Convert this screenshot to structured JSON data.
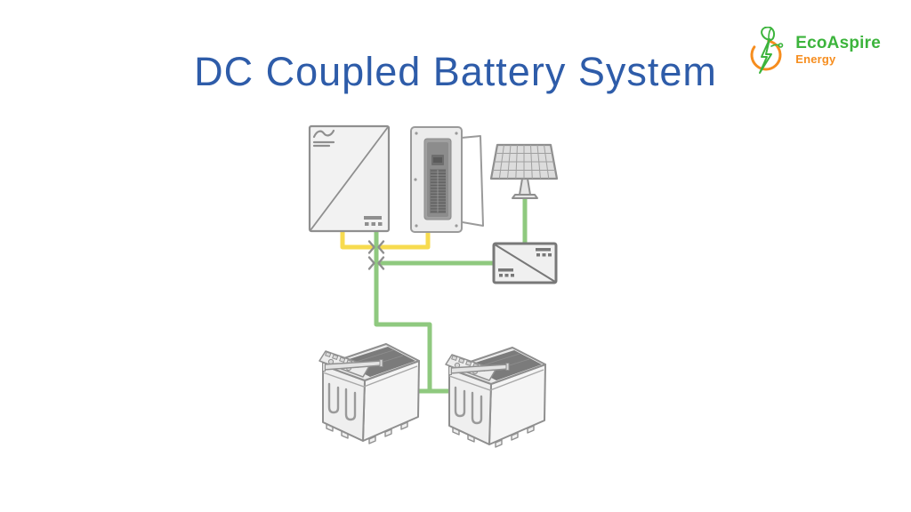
{
  "page": {
    "title": "DC Coupled Battery System"
  },
  "logo": {
    "name": "EcoAspire",
    "tagline": "Energy"
  },
  "colors": {
    "title_blue": "#2E5CA9",
    "logo_green": "#3CB43C",
    "logo_orange": "#F68D1E",
    "wire_ac_yellow": "#F7DB4F",
    "wire_dc_green": "#8FC97F",
    "line_gray": "#8F8F8F",
    "fill_light_gray": "#F2F2F2",
    "panel_dark_gray": "#8C8C8C",
    "background": "#FFFFFF"
  },
  "diagram": {
    "components": [
      "battery-inverter",
      "breaker-panel",
      "solar-panel",
      "charge-controller",
      "battery",
      "battery"
    ],
    "wires": [
      {
        "name": "ac-wire-inverter-to-panel",
        "color_key": "wire_ac_yellow"
      },
      {
        "name": "dc-wire-inverter-to-batteries",
        "color_key": "wire_dc_green"
      },
      {
        "name": "dc-wire-junction-to-charge-controller",
        "color_key": "wire_dc_green"
      },
      {
        "name": "dc-wire-solar-to-charge-controller",
        "color_key": "wire_dc_green"
      },
      {
        "name": "dc-wire-battery-link",
        "color_key": "wire_dc_green"
      }
    ]
  }
}
